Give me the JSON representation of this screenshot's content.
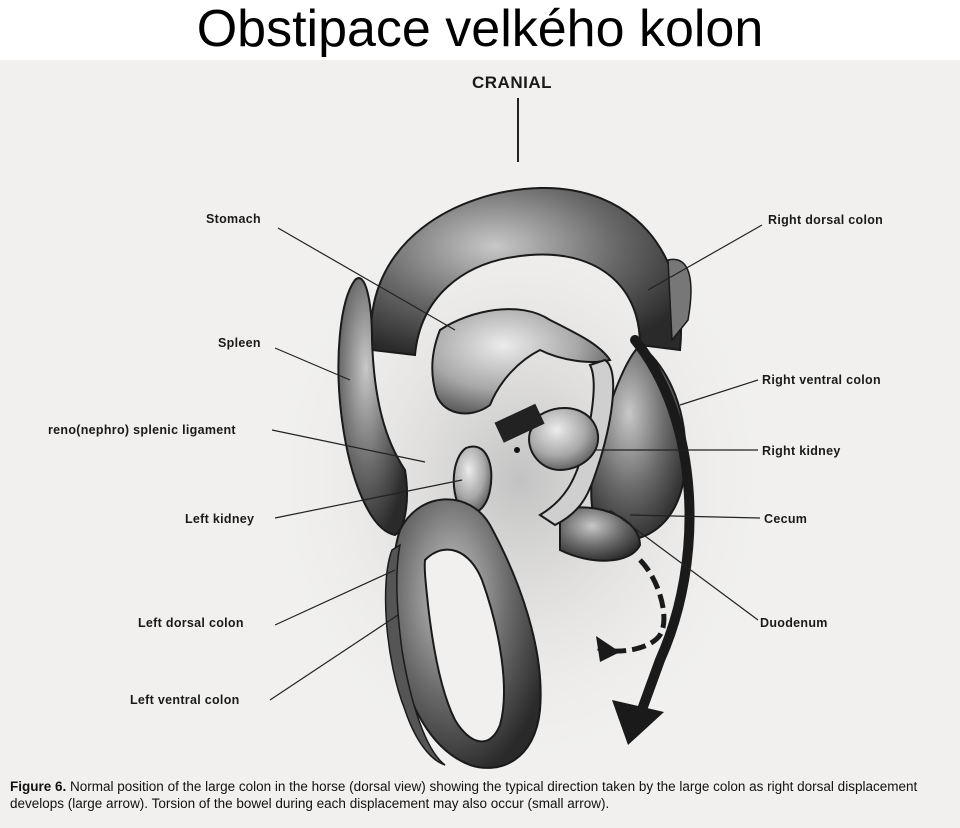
{
  "slide": {
    "title": "Obstipace velkého kolon"
  },
  "figure": {
    "orientation_label": "CRANIAL",
    "labels": {
      "stomach": "Stomach",
      "spleen": "Spleen",
      "reno_splenic_ligament": "reno(nephro) splenic ligament",
      "left_kidney": "Left kidney",
      "left_dorsal_colon": "Left dorsal colon",
      "left_ventral_colon": "Left ventral colon",
      "right_dorsal_colon": "Right dorsal colon",
      "right_ventral_colon": "Right ventral colon",
      "right_kidney": "Right kidney",
      "cecum": "Cecum",
      "duodenum": "Duodenum"
    },
    "caption": {
      "number": "Figure 6.",
      "text": "Normal position of the large colon in the horse (dorsal view) showing the typical direction taken by the large colon as right dorsal displacement develops (large arrow). Torsion of the bowel during each displacement may also occur (small arrow)."
    }
  }
}
